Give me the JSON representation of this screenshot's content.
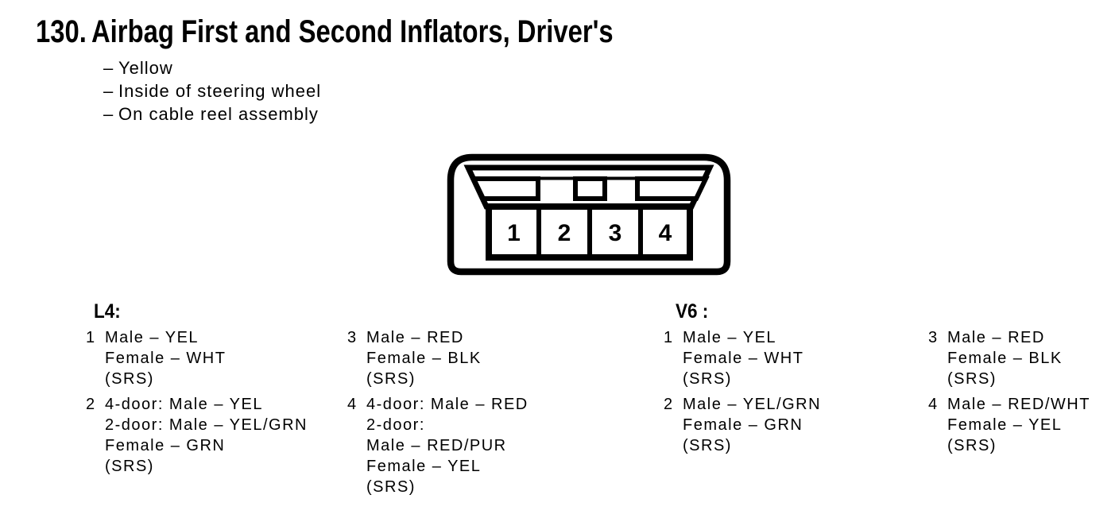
{
  "figure": {
    "number": "130.",
    "title": "Airbag First and Second Inflators, Driver's",
    "note_dash": "–",
    "notes": [
      "Yellow",
      "Inside of steering wheel",
      "On cable reel assembly"
    ]
  },
  "connector": {
    "pin_labels": [
      "1",
      "2",
      "3",
      "4"
    ]
  },
  "engines": [
    {
      "heading": "L4:",
      "columns": [
        {
          "pins": [
            {
              "number": "1",
              "lines": [
                "Male – YEL",
                "Female – WHT",
                "(SRS)"
              ]
            },
            {
              "number": "2",
              "lines": [
                "4-door: Male – YEL",
                "2-door: Male – YEL/GRN",
                "Female – GRN",
                "(SRS)"
              ]
            }
          ]
        },
        {
          "pins": [
            {
              "number": "3",
              "lines": [
                "Male – RED",
                "Female – BLK",
                "(SRS)"
              ]
            },
            {
              "number": "4",
              "lines": [
                "4-door: Male – RED",
                "2-door:",
                "Male – RED/PUR",
                "Female – YEL",
                "(SRS)"
              ]
            }
          ]
        }
      ]
    },
    {
      "heading": "V6 :",
      "columns": [
        {
          "pins": [
            {
              "number": "1",
              "lines": [
                "Male – YEL",
                "Female – WHT",
                "(SRS)"
              ]
            },
            {
              "number": "2",
              "lines": [
                "Male – YEL/GRN",
                "Female – GRN",
                "(SRS)"
              ]
            }
          ]
        },
        {
          "pins": [
            {
              "number": "3",
              "lines": [
                "Male – RED",
                "Female – BLK",
                "(SRS)"
              ]
            },
            {
              "number": "4",
              "lines": [
                "Male – RED/WHT",
                "Female – YEL",
                "(SRS)"
              ]
            }
          ]
        }
      ]
    }
  ],
  "colors": {
    "ink": "#000000",
    "background": "#ffffff"
  }
}
